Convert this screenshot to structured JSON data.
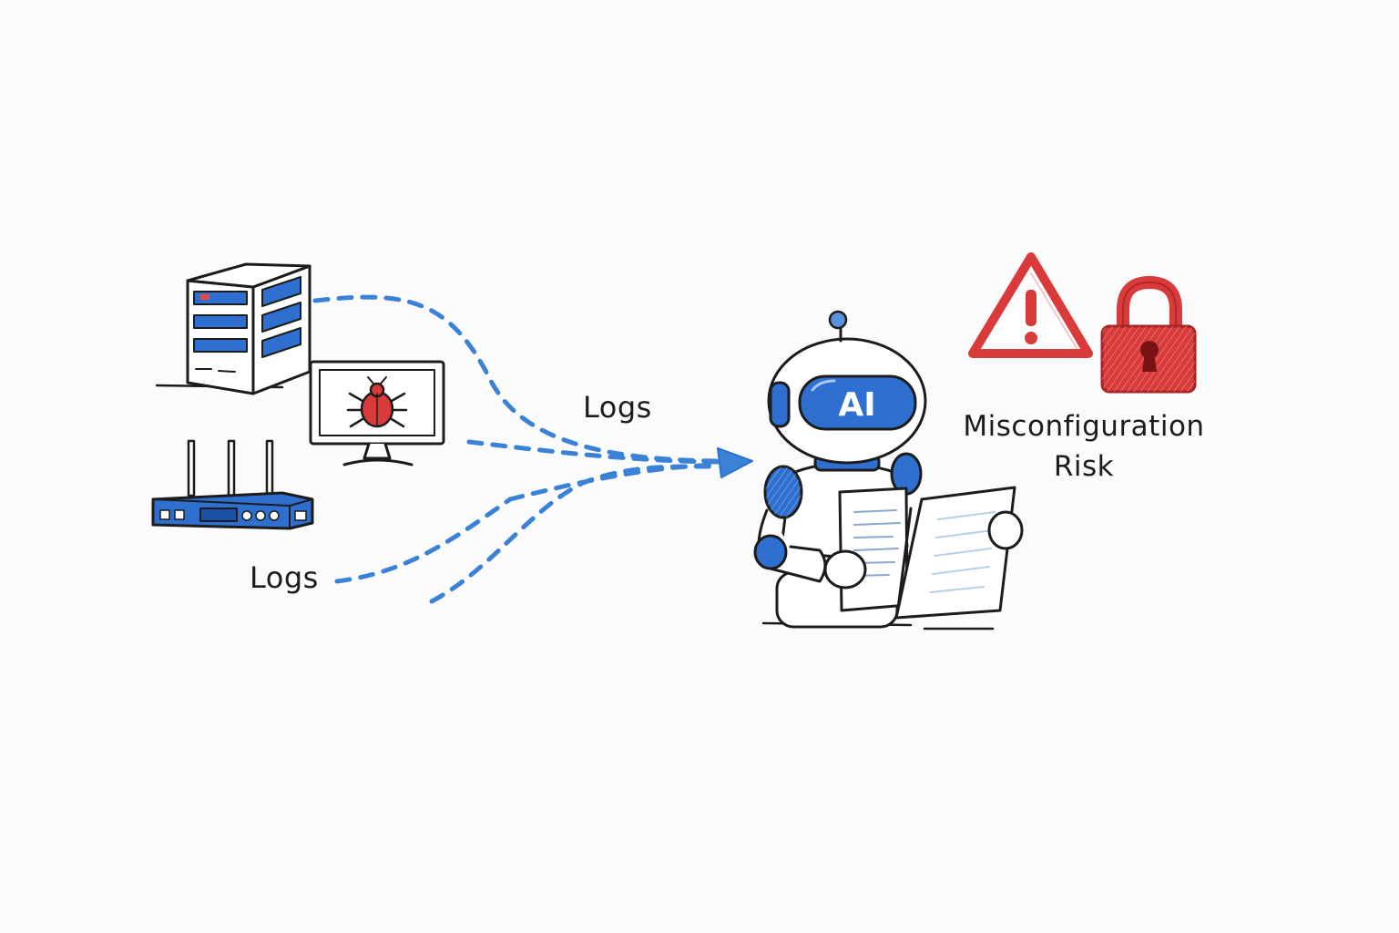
{
  "labels": {
    "logs_upper": "Logs",
    "logs_lower": "Logs",
    "risk_line1": "Misconfiguration",
    "risk_line2": "Risk",
    "robot_visor": "AI"
  },
  "icons": {
    "server": "server-rack-icon",
    "monitor": "monitor-with-bug-icon",
    "router": "network-router-icon",
    "robot": "ai-robot-icon",
    "warning": "warning-triangle-icon",
    "lock": "padlock-icon"
  },
  "colors": {
    "accent_blue": "#2f6fcf",
    "flow_blue": "#3b82d6",
    "alert_red": "#d93a3a",
    "ink": "#1c1c1c"
  }
}
